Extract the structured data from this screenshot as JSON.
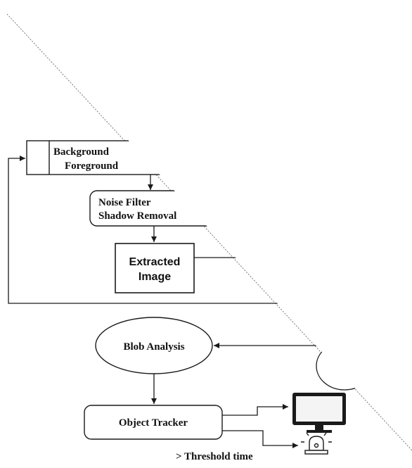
{
  "nodes": {
    "bg_fg": {
      "line1": "Background",
      "line2": "Foreground"
    },
    "noise": {
      "line1": "Noise Filter",
      "line2": "Shadow Removal"
    },
    "extracted": {
      "line1": "Extracted",
      "line2": "Image"
    },
    "blob": {
      "label": "Blob Analysis"
    },
    "tracker": {
      "label": "Object Tracker"
    }
  },
  "edges": {
    "threshold_label": "> Threshold time"
  },
  "icons": {
    "monitor": "monitor-icon",
    "alarm": "alarm-siren-icon"
  },
  "colors": {
    "stroke": "#1a1a1a",
    "fill": "#ffffff",
    "mask": "#ffffff"
  }
}
